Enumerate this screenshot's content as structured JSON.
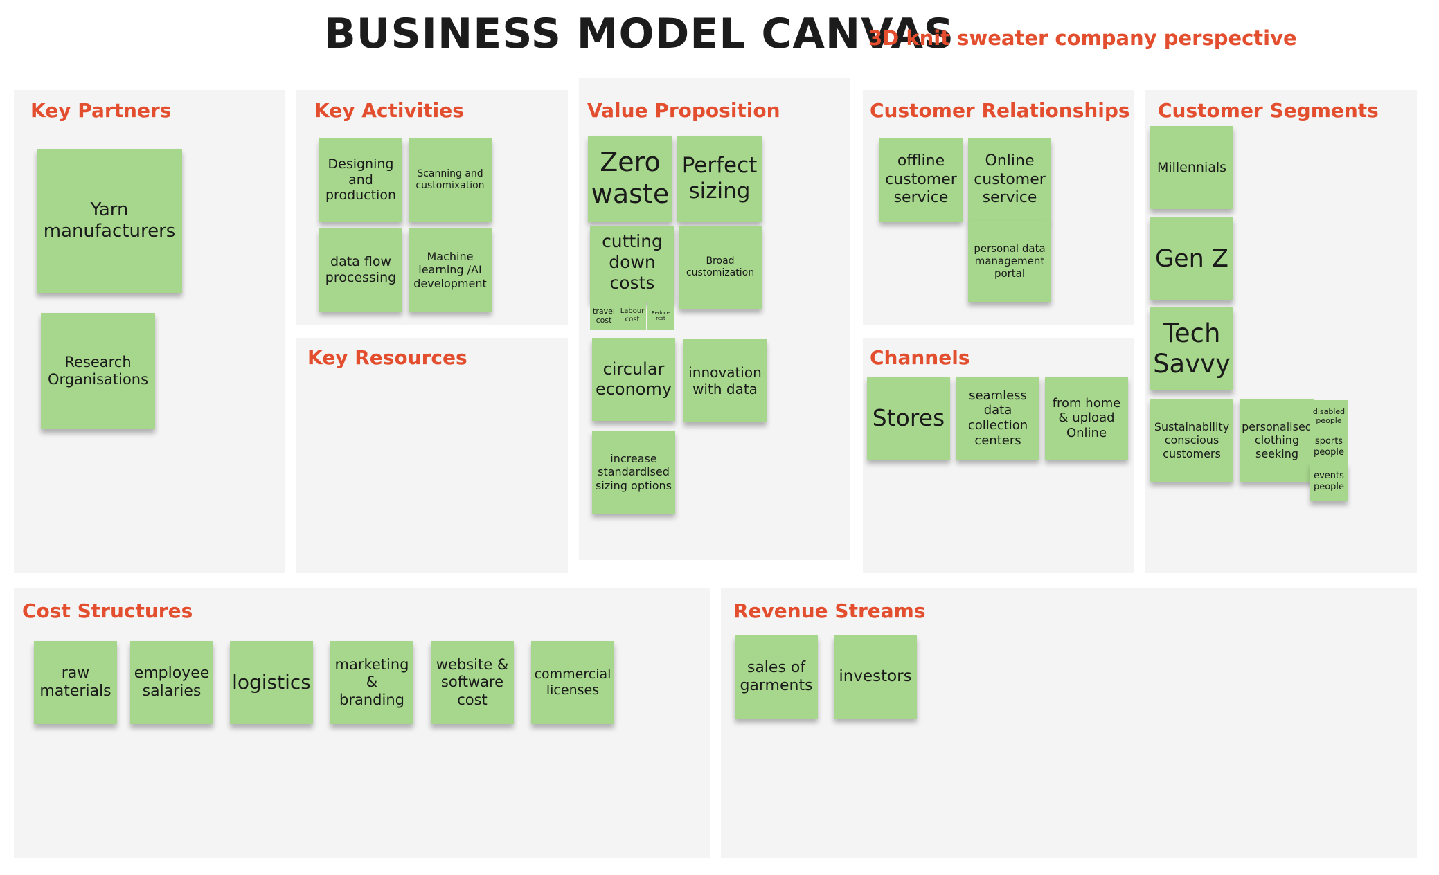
{
  "header": {
    "title": "BUSINESS MODEL CANVAS",
    "subtitle": "3D knit sweater company perspective"
  },
  "sections": {
    "key_partners": {
      "title": "Key Partners",
      "notes": [
        "Yarn manufacturers",
        "Research Organisations"
      ]
    },
    "key_activities": {
      "title": "Key Activities",
      "notes": [
        "Designing and production",
        "Scanning and customixation",
        "data flow processing",
        "Machine learning /AI development"
      ]
    },
    "key_resources": {
      "title": "Key Resources"
    },
    "value_proposition": {
      "title": "Value Proposition",
      "notes": [
        "Zero waste",
        "Perfect sizing",
        "cutting down costs",
        "travel cost",
        "Labour cost",
        "Reduce rest",
        "Broad customization",
        "circular economy",
        "innovation with data",
        "increase standardised sizing options"
      ]
    },
    "customer_relationships": {
      "title": "Customer Relationships",
      "notes": [
        "offline customer service",
        "Online customer service",
        "personal data management portal"
      ]
    },
    "channels": {
      "title": "Channels",
      "notes": [
        "Stores",
        "seamless data collection centers",
        "from home & upload Online"
      ]
    },
    "customer_segments": {
      "title": "Customer Segments",
      "notes": [
        "Millennials",
        "Gen Z",
        "Tech Savvy",
        "Sustainability conscious customers",
        "personalised clothing seeking",
        "disabled people",
        "sports people",
        "events people"
      ]
    },
    "cost_structures": {
      "title": "Cost Structures",
      "notes": [
        "raw materials",
        "employee salaries",
        "logistics",
        "marketing & branding",
        "website & software cost",
        "commercial licenses"
      ]
    },
    "revenue_streams": {
      "title": "Revenue Streams",
      "notes": [
        "sales of garments",
        "investors"
      ]
    }
  },
  "colors": {
    "panel_background": "#f4f4f4",
    "section_title": "#e24e2e",
    "sticky_note": "#a6d78c"
  }
}
